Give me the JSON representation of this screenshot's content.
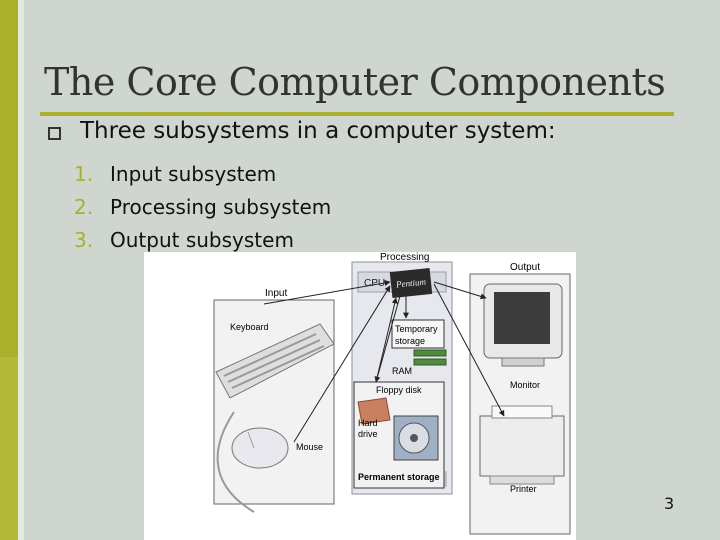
{
  "slide": {
    "title": "The Core Computer Components",
    "lead": "Three subsystems in a computer system:",
    "items": [
      {
        "number": "1.",
        "text": "Input subsystem"
      },
      {
        "number": "2.",
        "text": "Processing subsystem"
      },
      {
        "number": "3.",
        "text": "Output subsystem"
      }
    ],
    "page_number": "3"
  },
  "figure": {
    "processing": "Processing",
    "cpu": "CPU",
    "chip": "Pentium",
    "temp_storage_1": "Temporary",
    "temp_storage_2": "storage",
    "ram": "RAM",
    "floppy": "Floppy disk",
    "hard_1": "Hard",
    "hard_2": "drive",
    "permanent": "Permanent storage",
    "input": "Input",
    "keyboard": "Keyboard",
    "mouse": "Mouse",
    "output": "Output",
    "monitor": "Monitor",
    "printer": "Printer"
  },
  "colors": {
    "accent": "#a9b12c",
    "background": "#cfd6cf"
  }
}
